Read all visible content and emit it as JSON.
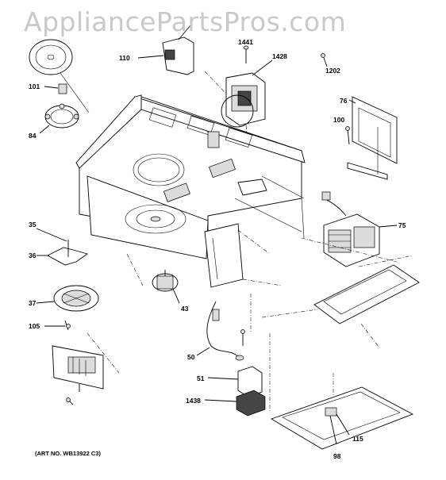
{
  "watermark": "AppliancePartsPros.com",
  "art_number": "(ART NO. WB13922 C3)",
  "callouts": [
    {
      "id": "c110",
      "text": "110"
    },
    {
      "id": "c1441",
      "text": "1441"
    },
    {
      "id": "c1428",
      "text": "1428"
    },
    {
      "id": "c1202",
      "text": "1202"
    },
    {
      "id": "c101",
      "text": "101"
    },
    {
      "id": "c84",
      "text": "84"
    },
    {
      "id": "c76",
      "text": "76"
    },
    {
      "id": "c100",
      "text": "100"
    },
    {
      "id": "c75",
      "text": "75"
    },
    {
      "id": "c35",
      "text": "35"
    },
    {
      "id": "c36",
      "text": "36"
    },
    {
      "id": "c37",
      "text": "37"
    },
    {
      "id": "c105",
      "text": "105"
    },
    {
      "id": "c43",
      "text": "43"
    },
    {
      "id": "c50",
      "text": "50"
    },
    {
      "id": "c51",
      "text": "51"
    },
    {
      "id": "c1438",
      "text": "1438"
    },
    {
      "id": "c115",
      "text": "115"
    },
    {
      "id": "c98",
      "text": "98"
    }
  ]
}
